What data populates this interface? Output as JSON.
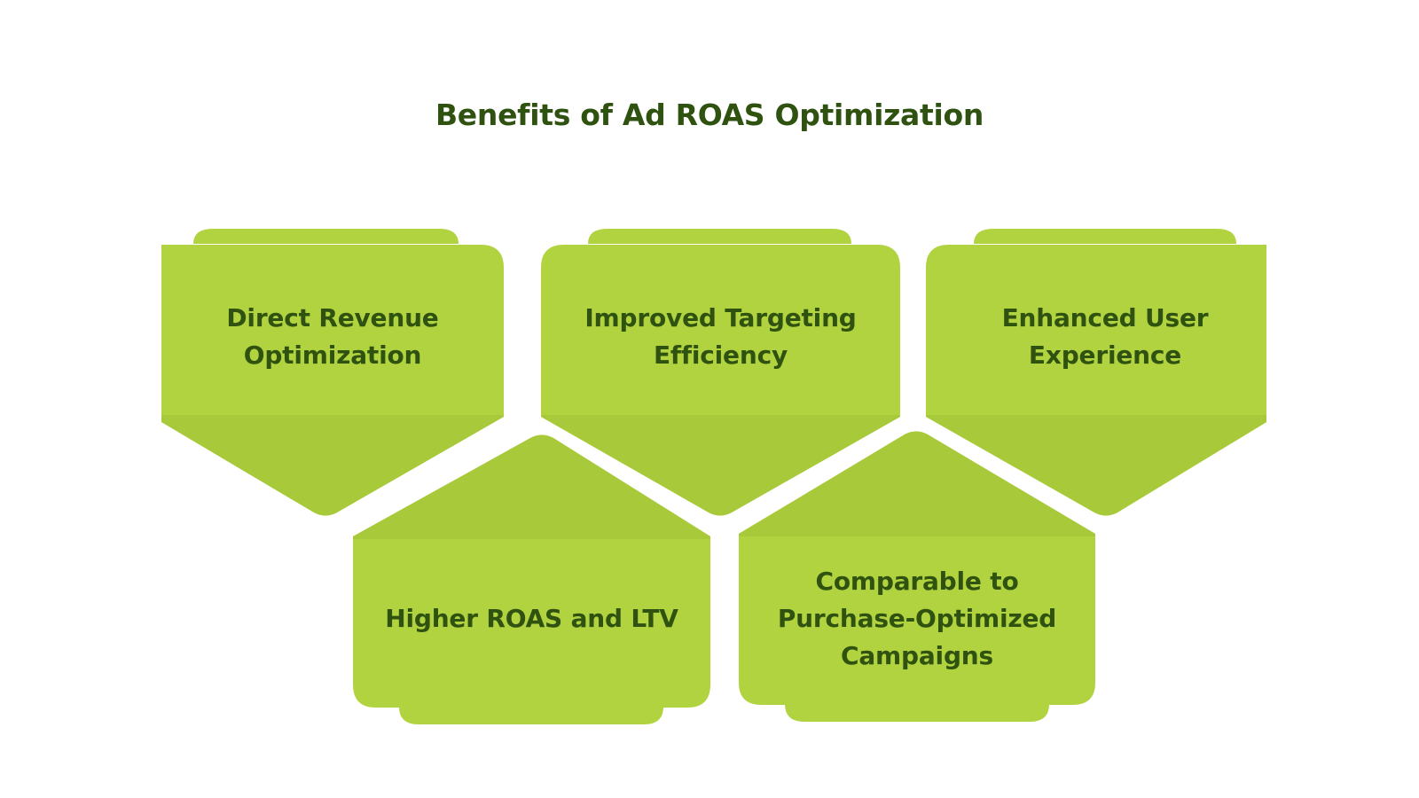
{
  "title": "Benefits of Ad ROAS Optimization",
  "colors": {
    "card": "#b2d340",
    "card_shade": "#a8c93a",
    "text": "#2f5210",
    "background": "#ffffff"
  },
  "cards": [
    {
      "label": "Direct Revenue Optimization",
      "lines": [
        "Direct Revenue",
        "Optimization"
      ],
      "direction": "down"
    },
    {
      "label": "Improved Targeting Efficiency",
      "lines": [
        "Improved Targeting",
        "Efficiency"
      ],
      "direction": "down"
    },
    {
      "label": "Enhanced User Experience",
      "lines": [
        "Enhanced User",
        "Experience"
      ],
      "direction": "down"
    },
    {
      "label": "Higher ROAS and LTV",
      "lines": [
        "Higher ROAS and LTV"
      ],
      "direction": "up"
    },
    {
      "label": "Comparable to Purchase-Optimized Campaigns",
      "lines": [
        "Comparable to",
        "Purchase-Optimized",
        "Campaigns"
      ],
      "direction": "up"
    }
  ]
}
